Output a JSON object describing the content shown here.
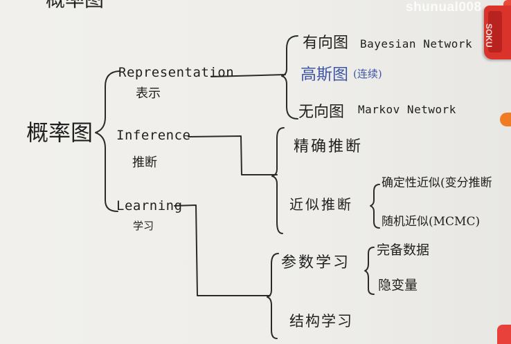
{
  "title_fragment": "概率图",
  "watermark": "shunual008",
  "eraser_label": "SOKU",
  "root": "概率图",
  "branches": {
    "representation": {
      "en": "Representation",
      "cn": "表示"
    },
    "inference": {
      "en": "Inference",
      "cn": "推断"
    },
    "learning": {
      "en": "Learning",
      "cn": "学习"
    }
  },
  "representation_items": {
    "directed_cn": "有向图",
    "directed_en": "Bayesian Network",
    "gaussian_cn": "高斯图",
    "gaussian_note": "(连续)",
    "undirected_cn": "无向图",
    "undirected_en": "Markov Network"
  },
  "inference_items": {
    "exact": "精确推断",
    "approx": "近似推断",
    "deterministic": "确定性近似(变分推断",
    "random": "随机近似(MCMC)"
  },
  "learning_items": {
    "parameter": "参数学习",
    "complete": "完备数据",
    "hidden": "隐变量",
    "structure": "结构学习"
  },
  "colors": {
    "ink": "#1f1f1f",
    "blue_ink": "#3c55a5",
    "eraser": "#d9332c",
    "magnet": "#f07b25"
  }
}
